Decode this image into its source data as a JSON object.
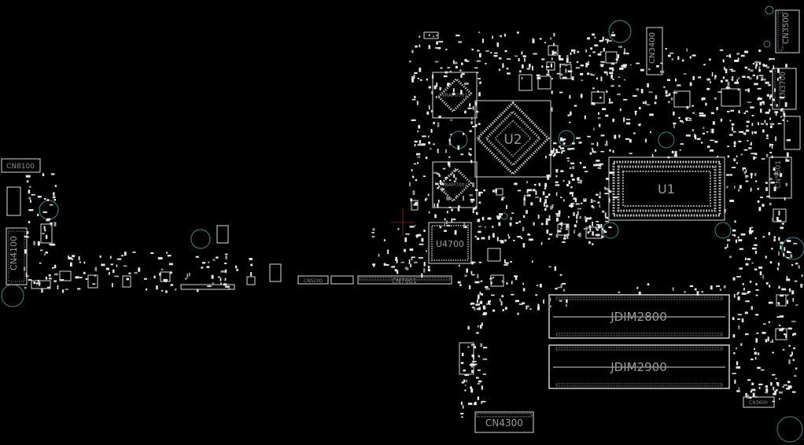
{
  "labels": {
    "u1": "U1",
    "u2": "U2",
    "u4700": "U4700",
    "jdim2800": "JDIM2800",
    "jdim2900": "JDIM2900",
    "cn8100": "CN8100",
    "cn4100": "CN4100",
    "cn4300": "CN4300",
    "cn3400": "CN3400",
    "cn3500": "CN3500",
    "cn3700": "CN3700",
    "cn5501": "CN5501",
    "cn7601": "CN7601",
    "cn5200": "CN5200",
    "cn3600": "CN3600",
    "vram7001": "VRAM7001",
    "vram7002": "VRAM7002"
  },
  "colors": {
    "background": "#000000",
    "outline": "#d8d8d8",
    "label": "#9a9a9a",
    "mount_hole": "#3a8a8a"
  }
}
